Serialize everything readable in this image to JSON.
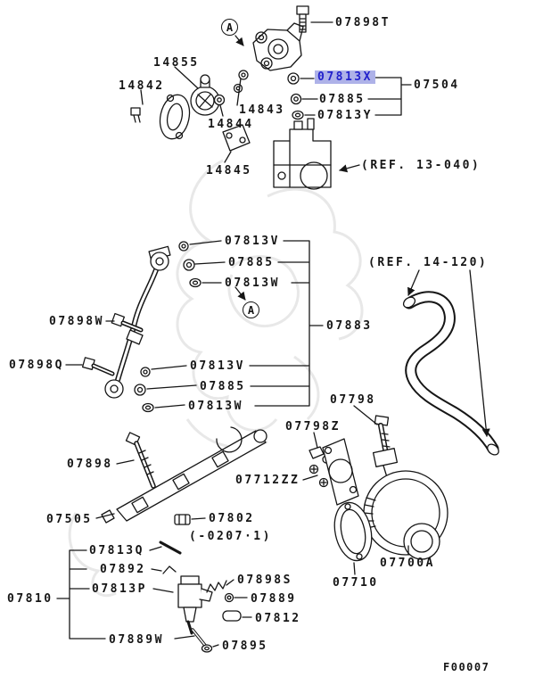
{
  "figure": {
    "code": "F00007"
  },
  "colors": {
    "line": "#161616",
    "highlight_bg": "#aeb2e8",
    "highlight_text": "#2222cc",
    "watermark": "#d9d9d9"
  },
  "markers": {
    "a1": "A",
    "a2": "A"
  },
  "labels": {
    "t07898T": "07898T",
    "t14855": "14855",
    "t14842": "14842",
    "t07813X": "07813X",
    "t07504": "07504",
    "t07885_a": "07885",
    "t14843": "14843",
    "t07813Y": "07813Y",
    "t14844": "14844",
    "t14845": "14845",
    "ref13040": "(REF. 13-040)",
    "t07813V_a": "07813V",
    "t07885_b": "07885",
    "t07813W_a": "07813W",
    "ref14120": "(REF. 14-120)",
    "t07898W": "07898W",
    "t07883": "07883",
    "t07898Q": "07898Q",
    "t07813V_b": "07813V",
    "t07885_c": "07885",
    "t07813W_b": "07813W",
    "t07798": "07798",
    "t07798Z": "07798Z",
    "t07898": "07898",
    "t07712ZZ": "07712ZZ",
    "t07505": "07505",
    "t07802": "07802",
    "note0207": "(-0207·1)",
    "t07700A": "07700A",
    "t07710": "07710",
    "t07813Q": "07813Q",
    "t07892": "07892",
    "t07810": "07810",
    "t07813P": "07813P",
    "t07898S": "07898S",
    "t07889": "07889",
    "t07812": "07812",
    "t07889W": "07889W",
    "t07895": "07895"
  }
}
